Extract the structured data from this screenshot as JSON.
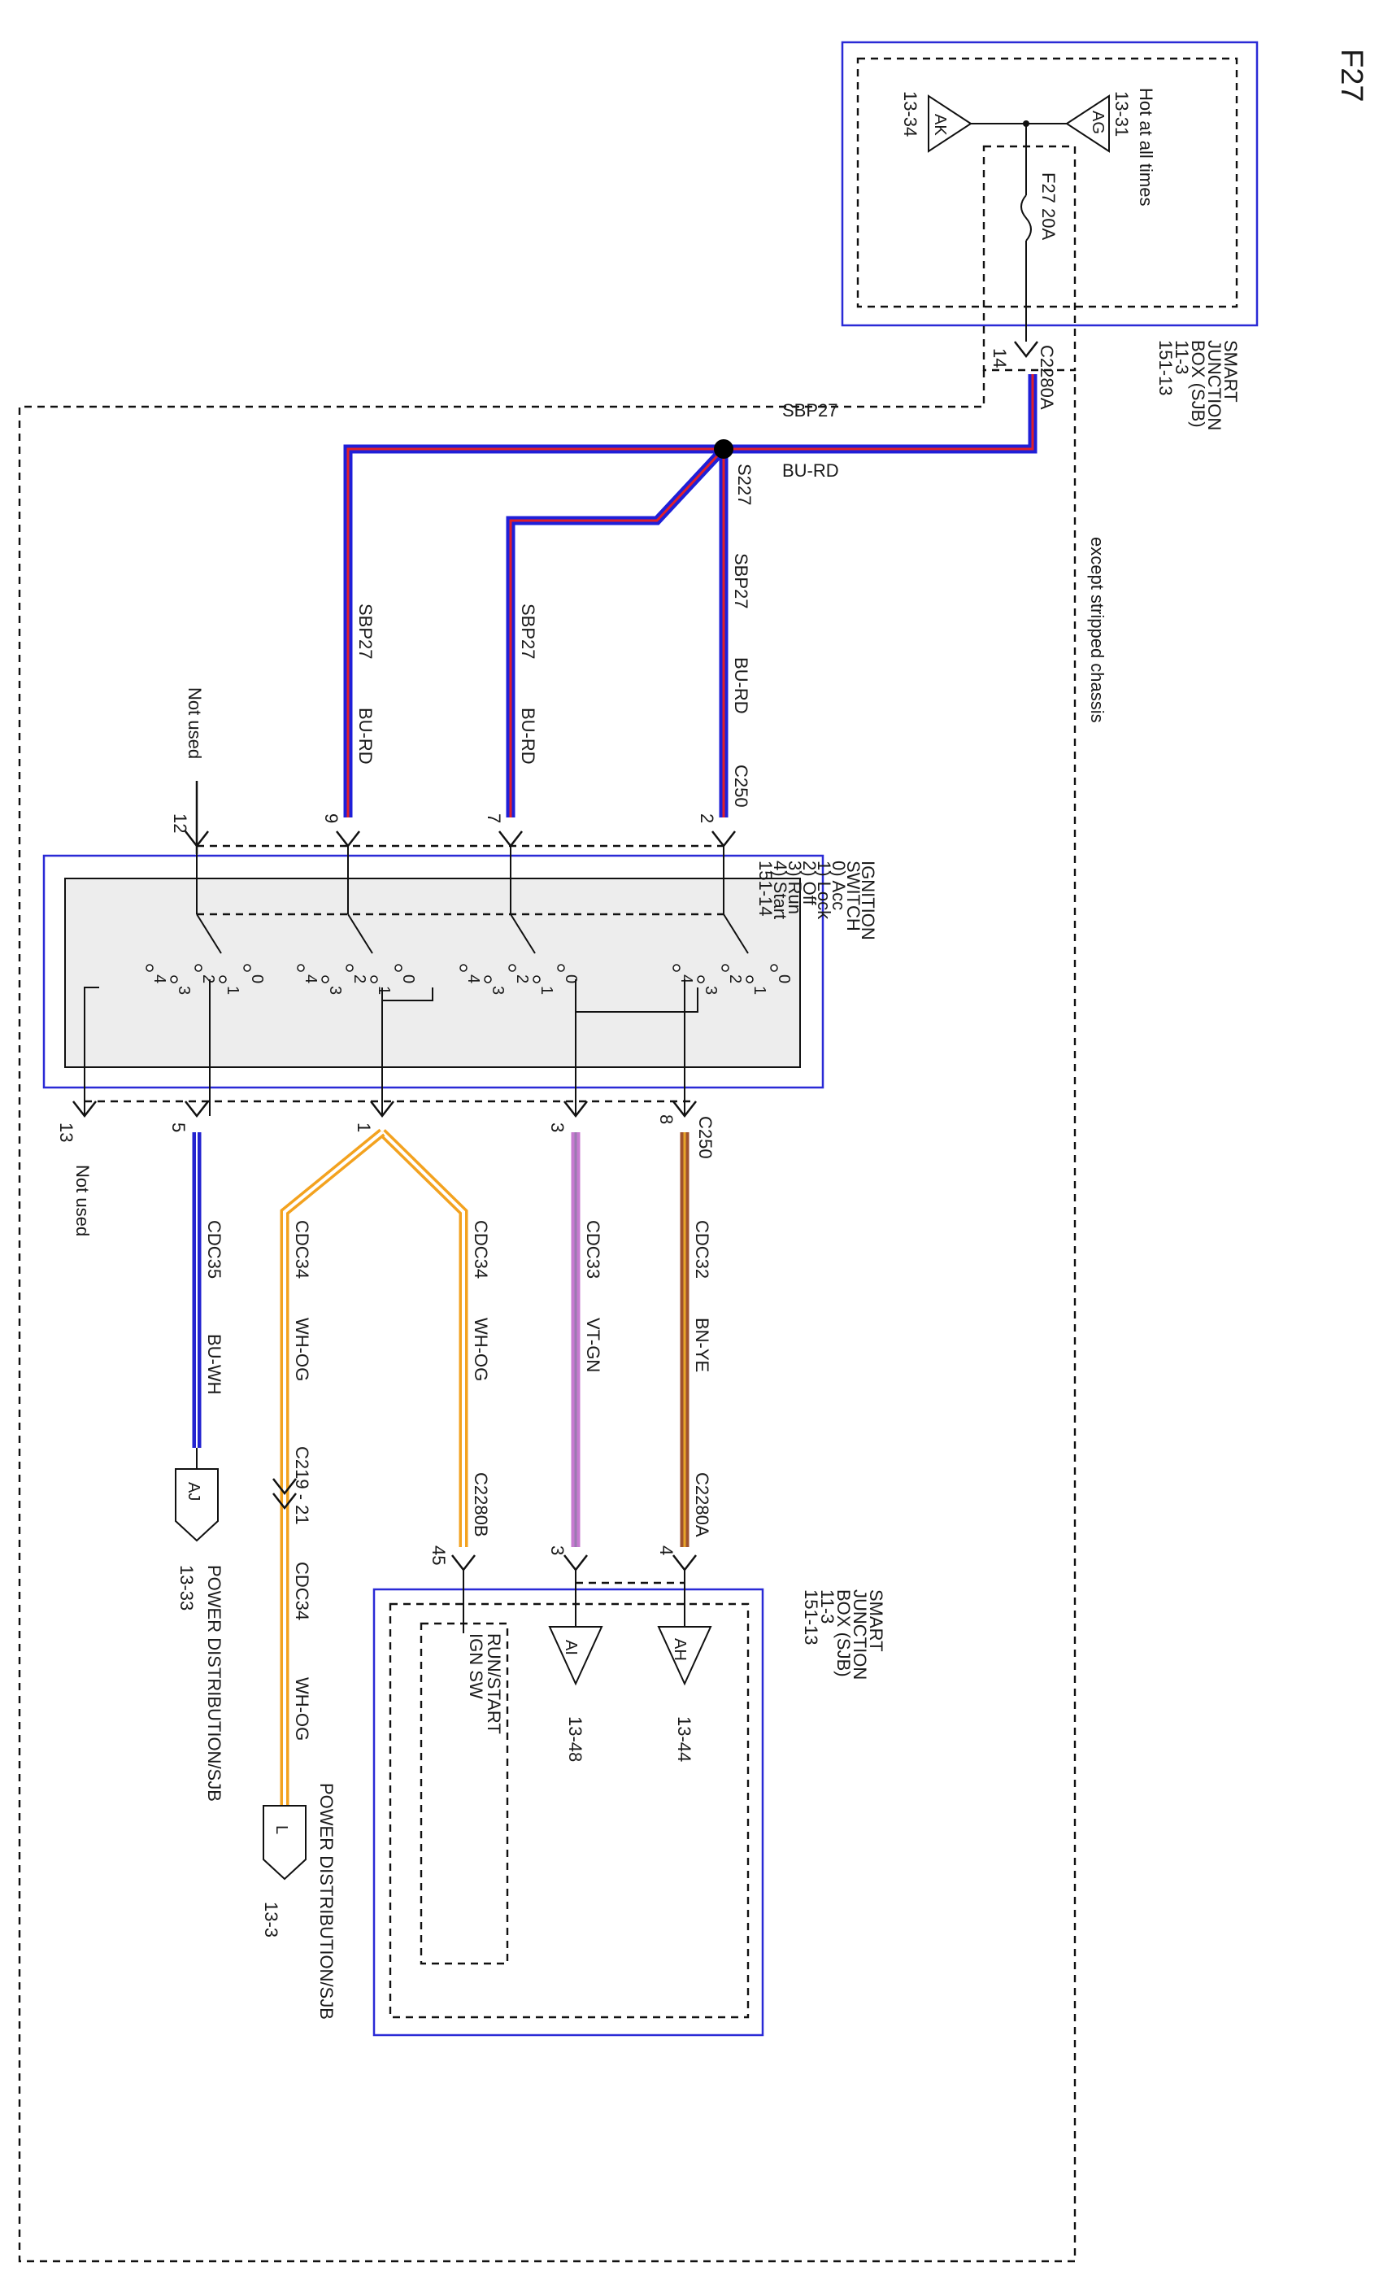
{
  "page_title": "F27",
  "sjb_top": {
    "name": "SMART\nJUNCTION\nBOX (SJB)\n11-3\n151-13",
    "hot_label": "Hot at all times",
    "ag_ref": "13-31",
    "ag_tag": "AG",
    "ak_ref": "13-34",
    "ak_tag": "AK",
    "fuse": "F27  20A"
  },
  "connector_top": {
    "name": "C2280A",
    "pin": "14"
  },
  "except_note": "except stripped chassis",
  "splice": {
    "name": "S227"
  },
  "main_wire": {
    "circuit": "SBP27",
    "color": "BU-RD"
  },
  "wires_in": [
    {
      "circuit": "SBP27",
      "color": "BU-RD",
      "connector": "C250",
      "pin": "2"
    },
    {
      "circuit": "SBP27",
      "color": "BU-RD",
      "pin": "7"
    },
    {
      "circuit": "SBP27",
      "color": "BU-RD",
      "pin": "9"
    }
  ],
  "pin12": {
    "pin": "12",
    "note": "Not used"
  },
  "ignition_switch": {
    "name": "IGNITION\nSWITCH\n0) Acc\n1) Lock\n2) Off\n3) Run\n4) Start\n151-14",
    "pos_labels": [
      "0",
      "1",
      "2",
      "3",
      "4"
    ]
  },
  "wires_out": [
    {
      "pin": "8",
      "connector": "C250",
      "circuit": "CDC32",
      "color": "BN-YE",
      "end_connector": "C2280A",
      "end_pin": "4"
    },
    {
      "pin": "3",
      "circuit": "CDC33",
      "color": "VT-GN",
      "end_pin": "3"
    },
    {
      "pin": "1",
      "circuit": "CDC34",
      "color": "WH-OG",
      "end_connector": "C2280B",
      "end_pin": "45"
    },
    {
      "circuit": "CDC34",
      "color": "WH-OG",
      "inline": "C219 - 21",
      "circuit2": "CDC34",
      "color2": "WH-OG"
    },
    {
      "pin": "5",
      "circuit": "CDC35",
      "color": "BU-WH"
    }
  ],
  "pin13": {
    "pin": "13",
    "note": "Not used"
  },
  "sjb_bottom": {
    "name": "SMART\nJUNCTION\nBOX (SJB)\n11-3\n151-13",
    "ah_tag": "AH",
    "ah_ref": "13-44",
    "ai_tag": "AI",
    "ai_ref": "13-48",
    "run_start": "RUN/START\nIGN SW"
  },
  "off_page": [
    {
      "tag": "AJ",
      "label": "POWER DISTRIBUTION/SJB",
      "ref": "13-33"
    },
    {
      "tag": "L",
      "label": "POWER DISTRIBUTION/SJB",
      "ref": "13-3"
    }
  ],
  "colors": {
    "bu_rd_blue": "#1f1fd8",
    "bu_rd_red": "#e0202a",
    "bn_ye_brown": "#a0522d",
    "bn_ye_yellow": "#e7a52a",
    "vt_gn_violet": "#c77ad0",
    "vt_gn_green": "#9a7bb0",
    "wh_og_white": "#ffffff",
    "wh_og_orange": "#f3a21f",
    "bu_wh_blue": "#2323d0"
  }
}
